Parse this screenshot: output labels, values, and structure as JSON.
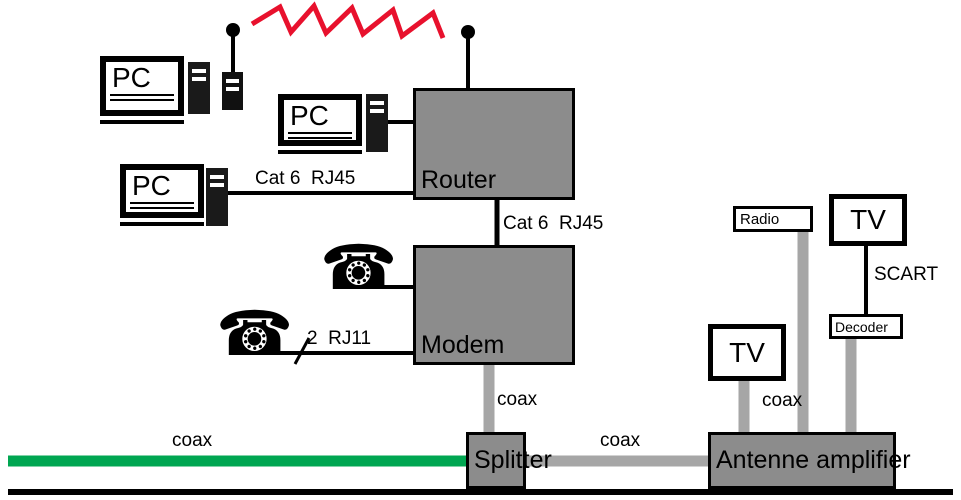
{
  "diagram": {
    "nodes": {
      "pc1": {
        "label": "PC"
      },
      "pc2": {
        "label": "PC"
      },
      "pc3": {
        "label": "PC"
      },
      "router": {
        "label": "Router"
      },
      "modem": {
        "label": "Modem"
      },
      "splitter": {
        "label": "Splitter"
      },
      "amplifier": {
        "label": "Antenne amplifier"
      },
      "tv_bottom": {
        "label": "TV"
      },
      "tv_top": {
        "label": "TV"
      },
      "radio": {
        "label": "Radio"
      },
      "decoder": {
        "label": "Decoder"
      }
    },
    "edge_labels": {
      "cat6_pc": "Cat 6  RJ45",
      "cat6_modem": "Cat 6  RJ45",
      "rj11": "2  RJ11",
      "scart": "SCART",
      "coax_modem": "coax",
      "coax_incoming": "coax",
      "coax_splitter_amp": "coax",
      "coax_tv": "coax"
    },
    "icons": {
      "phone": "☎"
    },
    "colors": {
      "incoming_cable": "#00a651",
      "wireless_signal": "#e8112d",
      "device_fill": "#8c8c8c",
      "coax_cable": "#a6a6a6"
    }
  }
}
